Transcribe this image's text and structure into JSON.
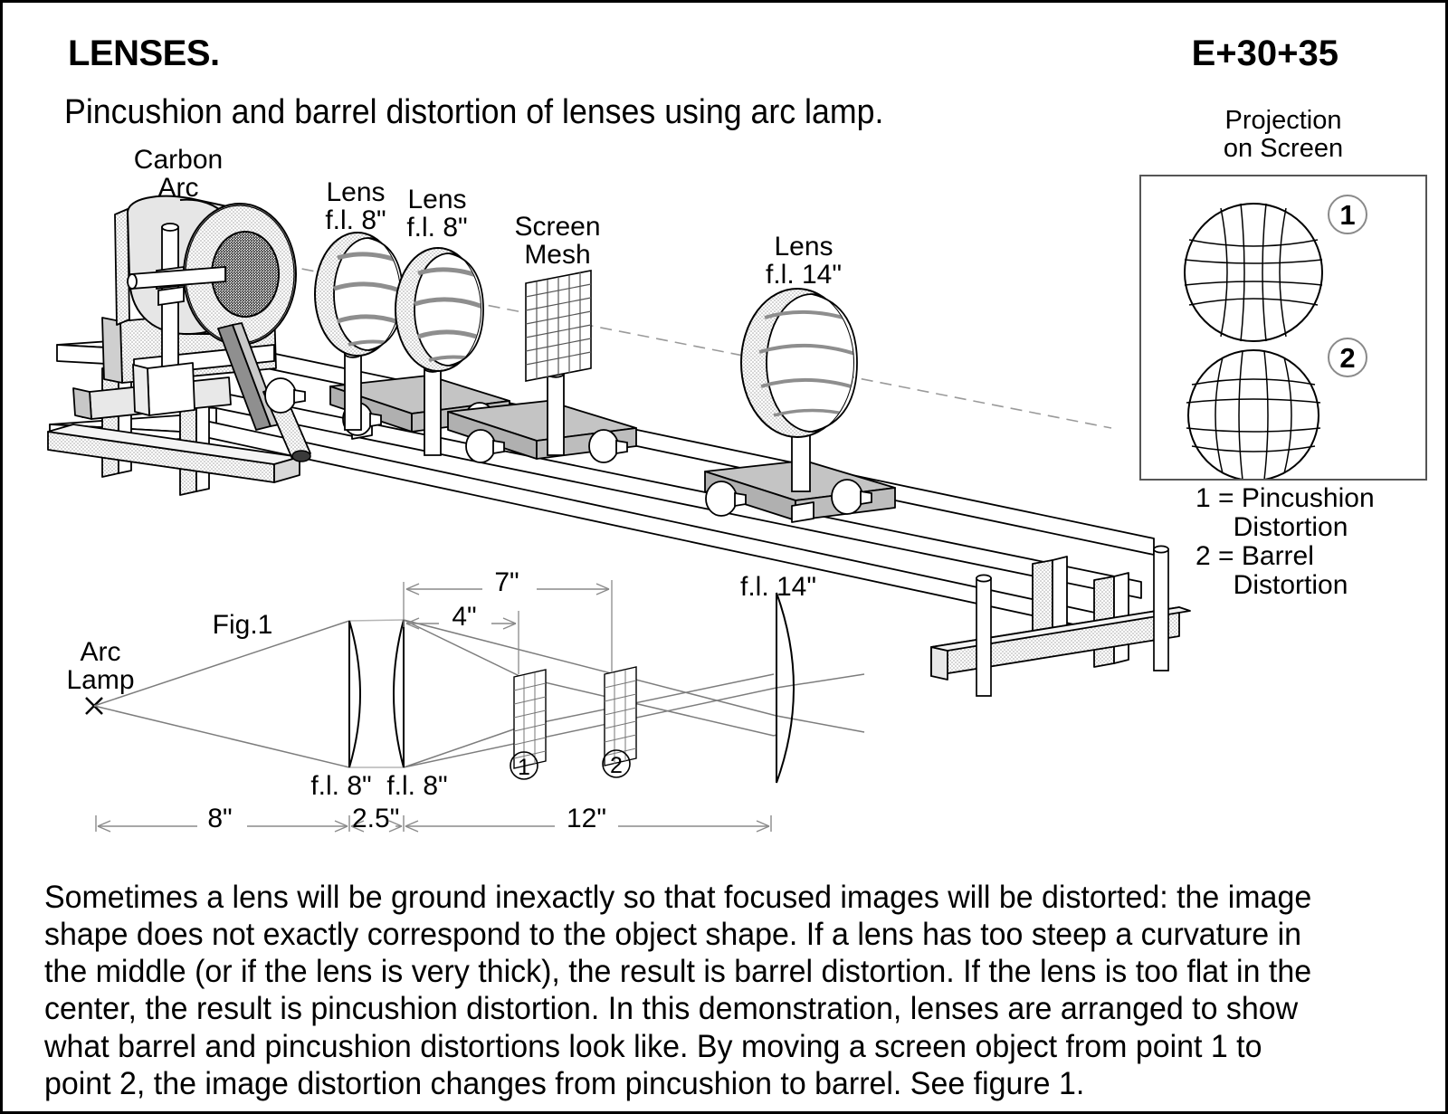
{
  "header": {
    "title": "LENSES.",
    "code": "E+30+35",
    "subtitle": "Pincushion and barrel distortion of lenses using arc lamp."
  },
  "apparatus": {
    "labels": {
      "carbon_arc": "Carbon\nArc",
      "lens_1": "Lens\nf.l. 8\"",
      "lens_2": "Lens\nf.l. 8\"",
      "screen_mesh": "Screen\nMesh",
      "lens_3": "Lens\nf.l. 14\""
    }
  },
  "projection": {
    "caption": "Projection\non Screen",
    "marker_1": "1",
    "marker_2": "2",
    "legend": "1 = Pincushion\n     Distortion\n2 = Barrel\n     Distortion"
  },
  "figure1": {
    "title": "Fig.1",
    "source_label": "Arc\nLamp",
    "lens_a_label": "f.l. 8\"",
    "lens_b_label": "f.l. 8\"",
    "lens_c_label": "f.l. 14\"",
    "screen_marker_1": "1",
    "screen_marker_2": "2",
    "dimensions": {
      "top_outer": "7\"",
      "top_inner": "4\"",
      "bottom_left": "8\"",
      "bottom_mid": "2.5\"",
      "bottom_right": "12\""
    }
  },
  "body": {
    "paragraph_lines": [
      "Sometimes a lens will be ground inexactly so that focused images will be distorted: the image",
      "shape does not exactly correspond to the object shape. If a lens has too steep a curvature in",
      "the middle (or if the lens is very thick), the result is barrel distortion. If the lens is too flat in the",
      "center, the result is pincushion distortion. In this demonstration, lenses are arranged to show",
      "what barrel and pincushion distortions look like. By moving a screen object from point 1 to",
      "point 2, the image distortion changes from pincushion to barrel. See figure 1."
    ]
  },
  "colors": {
    "ink": "#000000",
    "paper": "#ffffff",
    "metal_light": "#e3e3e3",
    "metal_mid": "#cccccc",
    "metal_dark": "#9a9a9a",
    "stipple": "#dcdcdc",
    "rule": "#555555"
  }
}
